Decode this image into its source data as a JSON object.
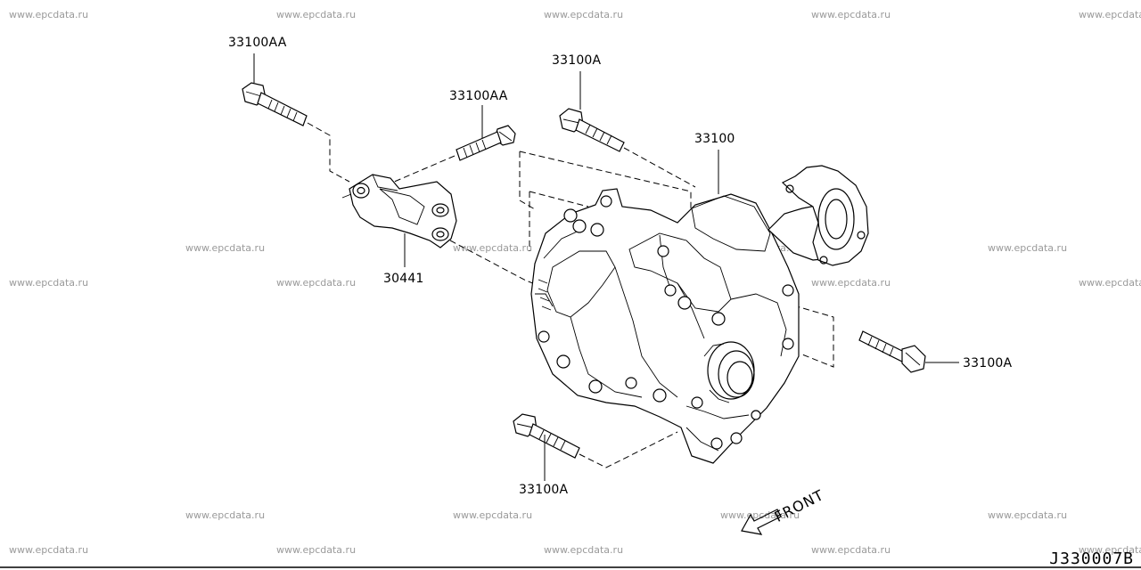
{
  "watermark": {
    "text": "www.epcdata.ru"
  },
  "labels": {
    "bolt_top_left": "33100AA",
    "bolt_mid": "33100AA",
    "bolt_top_center": "33100A",
    "transfer_assembly": "33100",
    "bracket": "30441",
    "bolt_right": "33100A",
    "bolt_bottom": "33100A"
  },
  "front_indicator": {
    "text": "FRONT"
  },
  "diagram_code": "J330007B"
}
